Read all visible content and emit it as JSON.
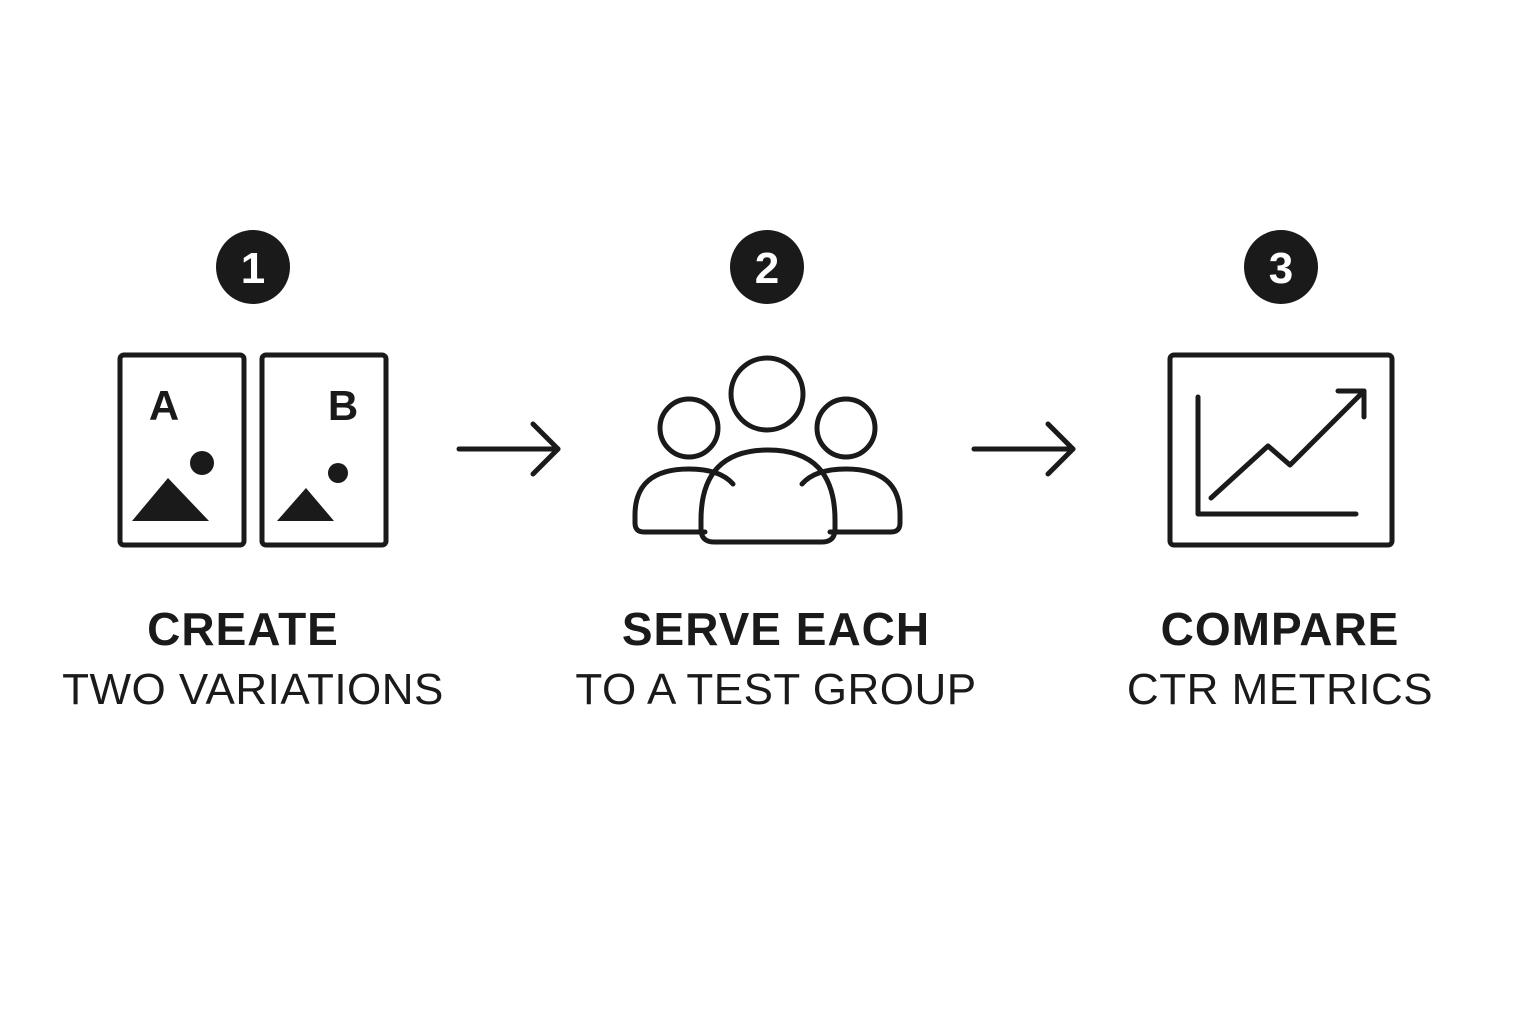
{
  "steps": [
    {
      "number": "1",
      "title": "CREATE",
      "subtitle": "TWO VARIATIONS",
      "icon": "ab-variations-icon",
      "variant_a": "A",
      "variant_b": "B"
    },
    {
      "number": "2",
      "title": "SERVE EACH",
      "subtitle": "TO A TEST GROUP",
      "icon": "user-group-icon"
    },
    {
      "number": "3",
      "title": "COMPARE",
      "subtitle": "CTR METRICS",
      "icon": "trend-chart-icon"
    }
  ],
  "connectors": [
    "arrow-right-icon",
    "arrow-right-icon"
  ],
  "colors": {
    "ink": "#1a1a1a",
    "background": "#ffffff"
  }
}
